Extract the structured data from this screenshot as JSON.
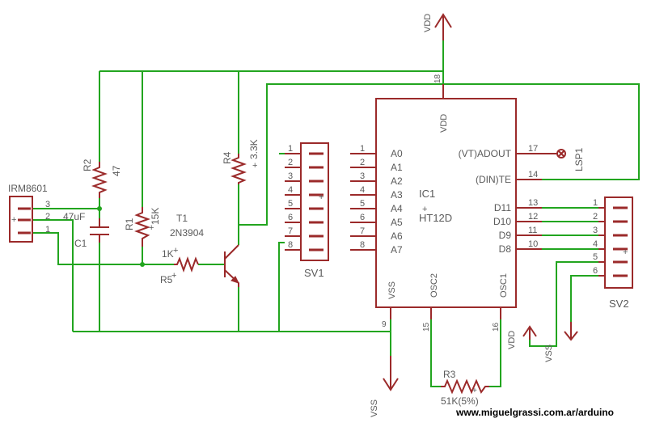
{
  "power": {
    "vdd": "VDD",
    "vss": "VSS"
  },
  "ic1": {
    "name": "IC1",
    "part": "HT12D",
    "left_pins": [
      {
        "num": "1",
        "label": "A0"
      },
      {
        "num": "2",
        "label": "A1"
      },
      {
        "num": "3",
        "label": "A2"
      },
      {
        "num": "4",
        "label": "A3"
      },
      {
        "num": "5",
        "label": "A4"
      },
      {
        "num": "6",
        "label": "A5"
      },
      {
        "num": "7",
        "label": "A6"
      },
      {
        "num": "8",
        "label": "A7"
      }
    ],
    "right_pins": [
      {
        "num": "17",
        "label": "(VT)ADOUT"
      },
      {
        "num": "14",
        "label": "(DIN)TE"
      },
      {
        "num": "13",
        "label": "D11"
      },
      {
        "num": "12",
        "label": "D10"
      },
      {
        "num": "11",
        "label": "D9"
      },
      {
        "num": "10",
        "label": "D8"
      }
    ],
    "top_pin": {
      "num": "18",
      "label": "VDD"
    },
    "bottom_pins": [
      {
        "num": "9",
        "label": "VSS"
      },
      {
        "num": "15",
        "label": "OSC2"
      },
      {
        "num": "16",
        "label": "OSC1"
      }
    ]
  },
  "irm": {
    "name": "IRM8601",
    "pins": [
      "3",
      "2",
      "1"
    ],
    "plus": "+"
  },
  "sv1": {
    "name": "SV1",
    "pins": [
      "1",
      "2",
      "3",
      "4",
      "5",
      "6",
      "7",
      "8"
    ],
    "plus": "+"
  },
  "sv2": {
    "name": "SV2",
    "pins": [
      "1",
      "2",
      "3",
      "4",
      "5",
      "6"
    ],
    "plus": "+"
  },
  "r2": {
    "name": "R2",
    "value": "47",
    "plus": "+"
  },
  "c1": {
    "name": "C1",
    "value": "47uF"
  },
  "r1": {
    "name": "R1",
    "value": "15K",
    "plus": "+"
  },
  "r4": {
    "name": "R4",
    "value": "3.3K",
    "plus": "+"
  },
  "r5": {
    "name": "R5",
    "value": "1K",
    "plus": "+"
  },
  "t1": {
    "name": "T1",
    "part": "2N3904"
  },
  "r3": {
    "name": "R3",
    "value": "51K(5%)",
    "plus": "+"
  },
  "lsp1": {
    "name": "LSP1"
  },
  "credit": "www.miguelgrassi.com.ar/arduino"
}
